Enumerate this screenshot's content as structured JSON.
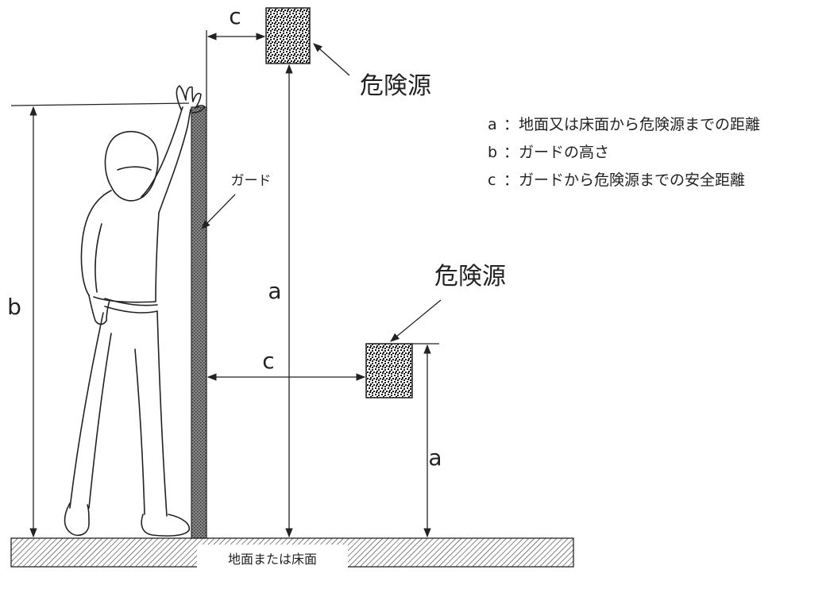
{
  "labels": {
    "hazard_top": "危険源",
    "hazard_mid": "危険源",
    "guard": "ガード",
    "ground": "地面または床面",
    "dim_a_long": "a",
    "dim_a_short": "a",
    "dim_b": "b",
    "dim_c_top": "c",
    "dim_c_mid": "c"
  },
  "legend": [
    {
      "key": "a",
      "text": "：地面又は床面から危険源までの距離"
    },
    {
      "key": "b",
      "text": "：ガードの高さ"
    },
    {
      "key": "c",
      "text": "：ガードから危険源までの安全距離"
    }
  ]
}
